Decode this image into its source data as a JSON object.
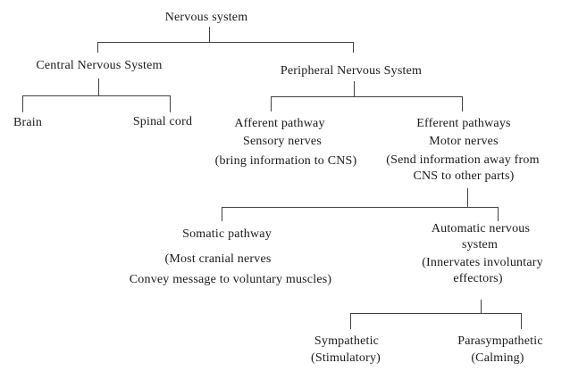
{
  "figure": {
    "type": "tree-diagram",
    "topic": "Organization of the nervous system"
  },
  "colors": {
    "background": "#ffffff",
    "line": "#414141",
    "text": "#1a1a1a"
  },
  "nodes": {
    "nervous_system": {
      "label": "Nervous system"
    },
    "central_nervous_system": {
      "label": "Central Nervous System"
    },
    "brain": {
      "label": "Brain"
    },
    "spinal_cord": {
      "label": "Spinal cord"
    },
    "peripheral_nervous_system": {
      "label": "Peripheral Nervous System"
    },
    "afferent_pathway": {
      "lines": [
        "Afferent pathway",
        "Sensory nerves",
        "(bring information to CNS)"
      ]
    },
    "efferent_pathways": {
      "lines": [
        "Efferent pathways",
        "Motor nerves",
        "(Send information away from",
        "CNS to other parts)"
      ]
    },
    "somatic_pathway": {
      "lines": [
        "Somatic pathway",
        "(Most cranial nerves",
        "Convey message to voluntary muscles)"
      ]
    },
    "automatic_nervous_system": {
      "lines": [
        "Automatic nervous",
        "system",
        "(Innervates involuntary",
        "effectors)"
      ]
    },
    "sympathetic": {
      "lines": [
        "Sympathetic",
        "(Stimulatory)"
      ]
    },
    "parasympathetic": {
      "lines": [
        "Parasympathetic",
        "(Calming)"
      ]
    }
  },
  "edges": [
    [
      "Nervous system",
      "Central Nervous System"
    ],
    [
      "Nervous system",
      "Peripheral Nervous System"
    ],
    [
      "Central Nervous System",
      "Brain"
    ],
    [
      "Central Nervous System",
      "Spinal cord"
    ],
    [
      "Peripheral Nervous System",
      "Afferent pathway"
    ],
    [
      "Peripheral Nervous System",
      "Efferent pathways"
    ],
    [
      "Efferent pathways",
      "Somatic pathway"
    ],
    [
      "Efferent pathways",
      "Automatic nervous system"
    ],
    [
      "Automatic nervous system",
      "Sympathetic"
    ],
    [
      "Automatic nervous system",
      "Parasympathetic"
    ]
  ]
}
